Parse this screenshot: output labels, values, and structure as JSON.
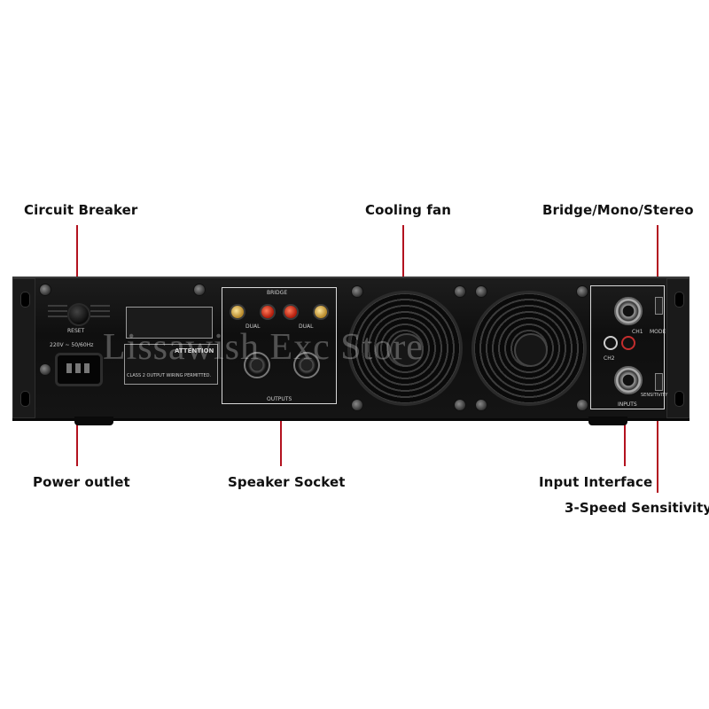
{
  "callouts": {
    "circuit_breaker": "Circuit Breaker",
    "cooling_fan": "Cooling fan",
    "bridge_mono_stereo": "Bridge/Mono/Stereo",
    "power_outlet": "Power outlet",
    "speaker_socket": "Speaker Socket",
    "input_interface": "Input Interface",
    "sensitivity": "3-Speed Sensitivity"
  },
  "panel": {
    "reset": "RESET",
    "voltage": "220V ~ 50/60Hz",
    "attention": "ATTENTION",
    "class2": "CLASS 2 OUTPUT WIRING PERMITTED.",
    "bridge": "BRIDGE",
    "dual_left": "DUAL",
    "dual_right": "DUAL",
    "outputs": "OUTPUTS",
    "inputs": "INPUTS",
    "ch1": "CH1",
    "ch2": "CH2",
    "mode": "MODE",
    "sensitivity": "SENSITIVITY"
  },
  "watermark": "Lissawish Exc Store",
  "colors": {
    "leader_line": "#b3121f",
    "chassis": "#141414"
  }
}
